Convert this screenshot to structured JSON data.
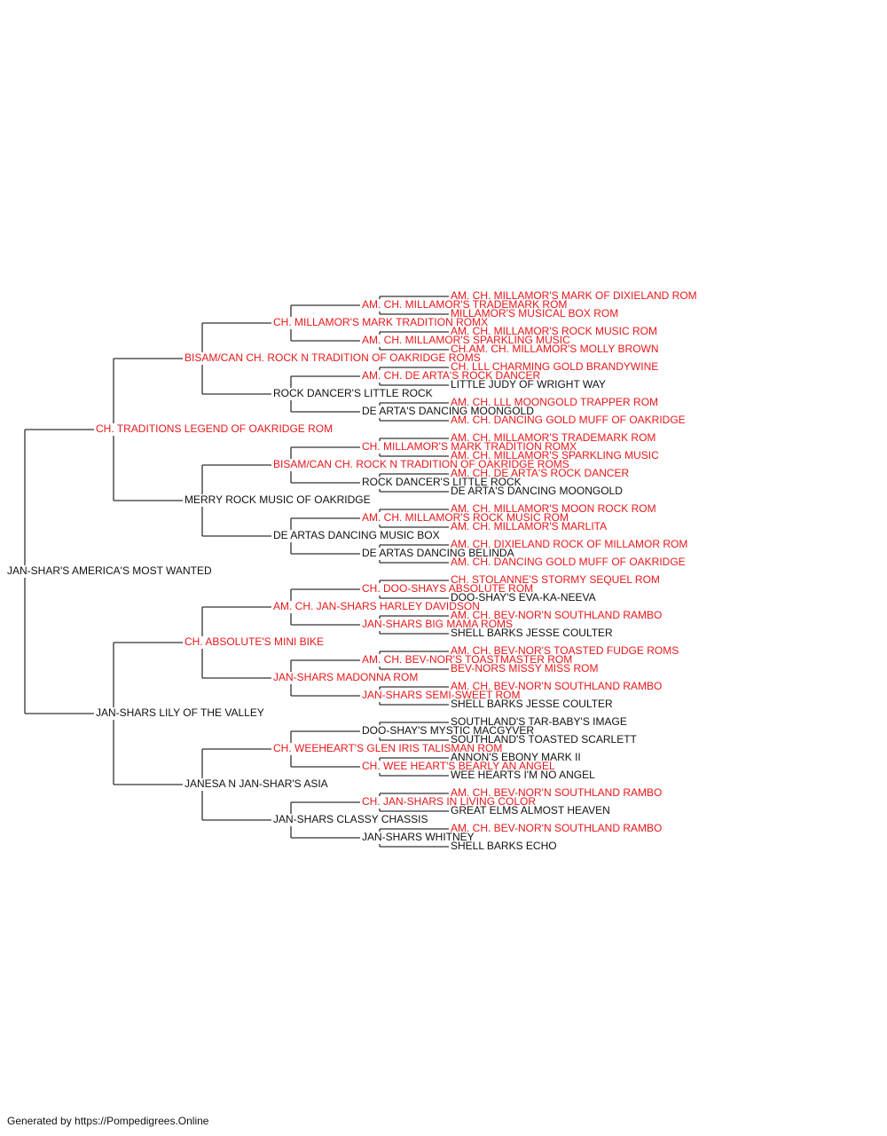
{
  "colors": {
    "champion": "#e8181b",
    "regular": "#111111",
    "line": "#333333"
  },
  "footer": "Generated by https://Pompedigrees.Online",
  "pedigree": {
    "name": "JAN-SHAR'S AMERICA'S MOST WANTED",
    "champion": false,
    "parents": [
      {
        "name": "CH. TRADITIONS LEGEND OF OAKRIDGE ROM",
        "champion": true,
        "parents": [
          {
            "name": "BISAM/CAN CH. ROCK N TRADITION OF OAKRIDGE ROMS",
            "champion": true,
            "parents": [
              {
                "name": "CH. MILLAMOR'S MARK TRADITION ROMX",
                "champion": true,
                "parents": [
                  {
                    "name": "AM. CH. MILLAMOR'S TRADEMARK ROM",
                    "champion": true,
                    "parents": [
                      {
                        "name": "AM. CH. MILLAMOR'S MARK OF DIXIELAND ROM",
                        "champion": true
                      },
                      {
                        "name": "MILLAMOR'S MUSICAL BOX ROM",
                        "champion": true
                      }
                    ]
                  },
                  {
                    "name": "AM. CH. MILLAMOR'S SPARKLING MUSIC",
                    "champion": true,
                    "parents": [
                      {
                        "name": "AM. CH. MILLAMOR'S ROCK MUSIC ROM",
                        "champion": true
                      },
                      {
                        "name": "CH.AM. CH. MILLAMOR'S MOLLY BROWN",
                        "champion": true
                      }
                    ]
                  }
                ]
              },
              {
                "name": "ROCK DANCER'S LITTLE ROCK",
                "champion": false,
                "parents": [
                  {
                    "name": "AM. CH. DE ARTA'S ROCK DANCER",
                    "champion": true,
                    "parents": [
                      {
                        "name": "CH. LLL CHARMING GOLD BRANDYWINE",
                        "champion": true
                      },
                      {
                        "name": "LITTLE JUDY OF WRIGHT WAY",
                        "champion": false
                      }
                    ]
                  },
                  {
                    "name": "DE ARTA'S DANCING MOONGOLD",
                    "champion": false,
                    "parents": [
                      {
                        "name": "AM. CH. LLL MOONGOLD TRAPPER ROM",
                        "champion": true
                      },
                      {
                        "name": "AM. CH. DANCING GOLD MUFF OF OAKRIDGE",
                        "champion": true
                      }
                    ]
                  }
                ]
              }
            ]
          },
          {
            "name": "MERRY ROCK MUSIC OF OAKRIDGE",
            "champion": false,
            "parents": [
              {
                "name": "BISAM/CAN CH. ROCK N TRADITION OF OAKRIDGE ROMS",
                "champion": true,
                "parents": [
                  {
                    "name": "CH. MILLAMOR'S MARK TRADITION ROMX",
                    "champion": true,
                    "parents": [
                      {
                        "name": "AM. CH. MILLAMOR'S TRADEMARK ROM",
                        "champion": true
                      },
                      {
                        "name": "AM. CH. MILLAMOR'S SPARKLING MUSIC",
                        "champion": true
                      }
                    ]
                  },
                  {
                    "name": "ROCK DANCER'S LITTLE ROCK",
                    "champion": false,
                    "parents": [
                      {
                        "name": "AM. CH. DE ARTA'S ROCK DANCER",
                        "champion": true
                      },
                      {
                        "name": "DE ARTA'S DANCING MOONGOLD",
                        "champion": false
                      }
                    ]
                  }
                ]
              },
              {
                "name": "DE ARTAS DANCING MUSIC BOX",
                "champion": false,
                "parents": [
                  {
                    "name": "AM. CH. MILLAMOR'S ROCK MUSIC ROM",
                    "champion": true,
                    "parents": [
                      {
                        "name": "AM. CH. MILLAMOR'S MOON ROCK ROM",
                        "champion": true
                      },
                      {
                        "name": "AM. CH. MILLAMOR'S MARLITA",
                        "champion": true
                      }
                    ]
                  },
                  {
                    "name": "DE ARTAS DANCING BELINDA",
                    "champion": false,
                    "parents": [
                      {
                        "name": "AM. CH. DIXIELAND ROCK OF MILLAMOR ROM",
                        "champion": true
                      },
                      {
                        "name": "AM. CH. DANCING GOLD MUFF OF OAKRIDGE",
                        "champion": true
                      }
                    ]
                  }
                ]
              }
            ]
          }
        ]
      },
      {
        "name": "JAN-SHARS LILY OF THE VALLEY",
        "champion": false,
        "parents": [
          {
            "name": "CH. ABSOLUTE'S MINI BIKE",
            "champion": true,
            "parents": [
              {
                "name": "AM. CH. JAN-SHARS HARLEY DAVIDSON",
                "champion": true,
                "parents": [
                  {
                    "name": "CH. DOO-SHAYS ABSOLUTE ROM",
                    "champion": true,
                    "parents": [
                      {
                        "name": "CH. STOLANNE'S STORMY SEQUEL ROM",
                        "champion": true
                      },
                      {
                        "name": "DOO-SHAY'S EVA-KA-NEEVA",
                        "champion": false
                      }
                    ]
                  },
                  {
                    "name": "JAN-SHARS BIG MAMA ROMS",
                    "champion": true,
                    "parents": [
                      {
                        "name": "AM. CH. BEV-NOR'N SOUTHLAND RAMBO",
                        "champion": true
                      },
                      {
                        "name": "SHELL BARKS JESSE COULTER",
                        "champion": false
                      }
                    ]
                  }
                ]
              },
              {
                "name": "JAN-SHARS MADONNA ROM",
                "champion": true,
                "parents": [
                  {
                    "name": "AM. CH. BEV-NOR'S TOASTMASTER ROM",
                    "champion": true,
                    "parents": [
                      {
                        "name": "AM. CH. BEV-NOR'S TOASTED FUDGE ROMS",
                        "champion": true
                      },
                      {
                        "name": "BEV-NORS MISSY MISS ROM",
                        "champion": true
                      }
                    ]
                  },
                  {
                    "name": "JAN-SHARS SEMI-SWEET ROM",
                    "champion": true,
                    "parents": [
                      {
                        "name": "AM. CH. BEV-NOR'N SOUTHLAND RAMBO",
                        "champion": true
                      },
                      {
                        "name": "SHELL BARKS JESSE COULTER",
                        "champion": false
                      }
                    ]
                  }
                ]
              }
            ]
          },
          {
            "name": "JANESA N JAN-SHAR'S ASIA",
            "champion": false,
            "parents": [
              {
                "name": "CH. WEEHEART'S GLEN IRIS TALISMAN ROM",
                "champion": true,
                "parents": [
                  {
                    "name": "DOO-SHAY'S MYSTIC MACGYVER",
                    "champion": false,
                    "parents": [
                      {
                        "name": "SOUTHLAND'S TAR-BABY'S IMAGE",
                        "champion": false
                      },
                      {
                        "name": "SOUTHLAND'S TOASTED SCARLETT",
                        "champion": false
                      }
                    ]
                  },
                  {
                    "name": "CH. WEE HEART'S BEARLY AN ANGEL",
                    "champion": true,
                    "parents": [
                      {
                        "name": "ANNON'S EBONY MARK II",
                        "champion": false
                      },
                      {
                        "name": "WEE HEARTS I'M NO ANGEL",
                        "champion": false
                      }
                    ]
                  }
                ]
              },
              {
                "name": "JAN-SHARS CLASSY CHASSIS",
                "champion": false,
                "parents": [
                  {
                    "name": "CH. JAN-SHARS IN LIVING COLOR",
                    "champion": true,
                    "parents": [
                      {
                        "name": "AM. CH. BEV-NOR'N SOUTHLAND RAMBO",
                        "champion": true
                      },
                      {
                        "name": "GREAT ELMS ALMOST HEAVEN",
                        "champion": false
                      }
                    ]
                  },
                  {
                    "name": "JAN-SHARS WHITNEY",
                    "champion": false,
                    "parents": [
                      {
                        "name": "AM. CH. BEV-NOR'N SOUTHLAND RAMBO",
                        "champion": true
                      },
                      {
                        "name": "SHELL BARKS ECHO",
                        "champion": false
                      }
                    ]
                  }
                ]
              }
            ]
          }
        ]
      }
    ]
  }
}
